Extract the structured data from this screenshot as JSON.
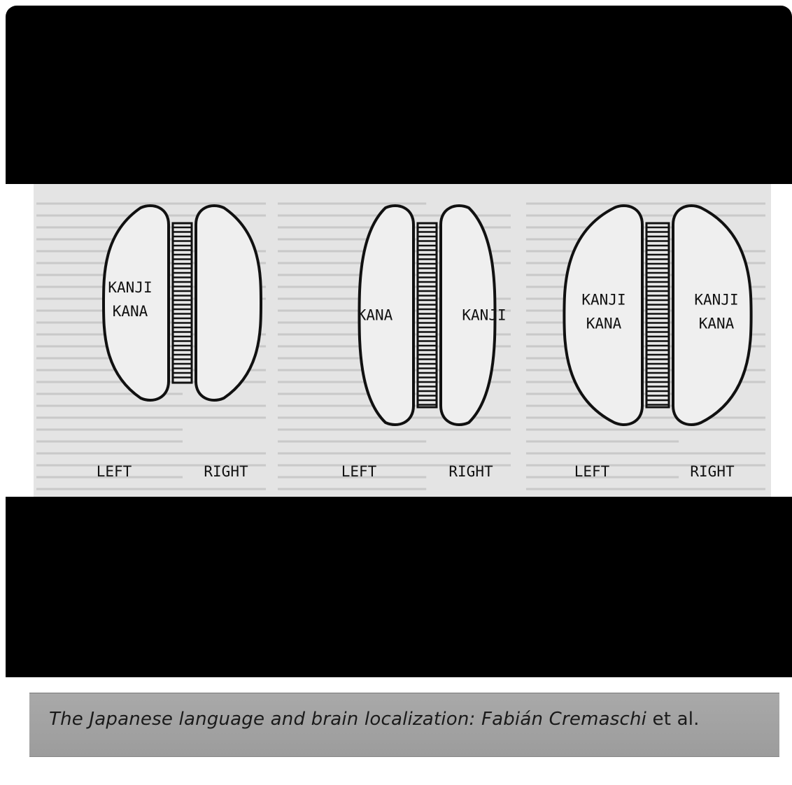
{
  "diagrams": [
    {
      "left_lobe_labels": [
        "KANJI",
        "KANA"
      ],
      "right_lobe_labels": [],
      "left_label": "LEFT",
      "right_label": "RIGHT"
    },
    {
      "left_lobe_labels": [
        "KANA"
      ],
      "right_lobe_labels": [
        "KANJI"
      ],
      "left_label": "LEFT",
      "right_label": "RIGHT"
    },
    {
      "left_lobe_labels": [
        "KANJI",
        "KANA"
      ],
      "right_lobe_labels": [
        "KANJI",
        "KANA"
      ],
      "left_label": "LEFT",
      "right_label": "RIGHT"
    }
  ],
  "caption": {
    "title": "The Japanese language and brain localization: Fabián Cremaschi",
    "suffix": " et al."
  }
}
